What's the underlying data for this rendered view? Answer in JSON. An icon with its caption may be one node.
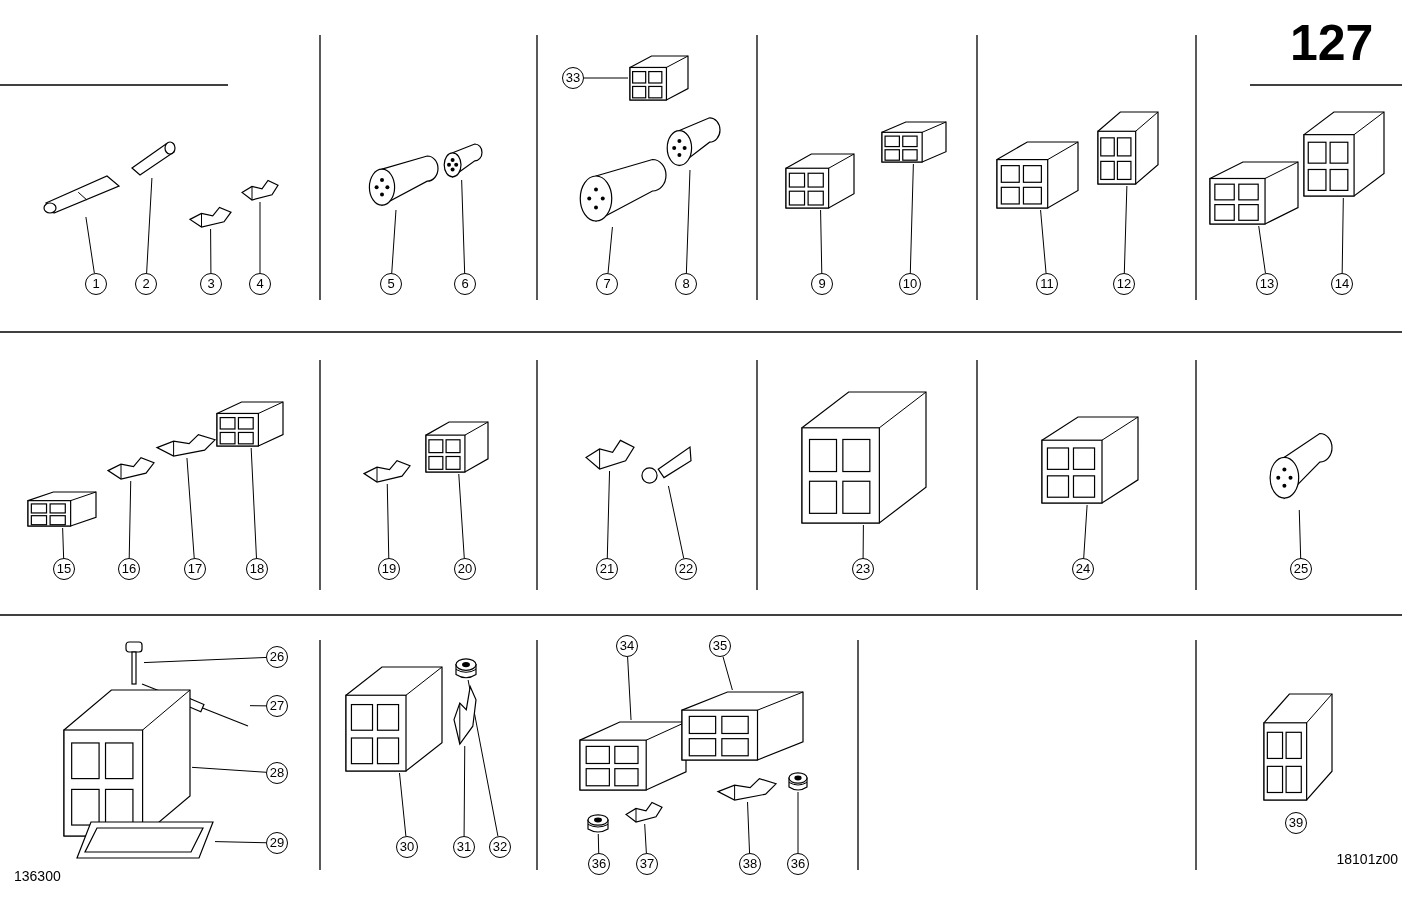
{
  "diagram": {
    "nodes": [
      {
        "text": [
          "1"
        ]
      },
      {
        "text": [],
        "shape": "picture"
      },
      {
        "text": [
          "2"
        ]
      },
      {
        "text": [],
        "shape": "picture"
      },
      {
        "text": [
          "3"
        ]
      },
      {
        "text": [],
        "shape": "picture"
      },
      {
        "text": [
          "4"
        ]
      },
      {
        "text": [],
        "shape": "picture"
      },
      {
        "text": [
          "5"
        ]
      },
      {
        "text": [],
        "shape": "picture"
      },
      {
        "text": [
          "6"
        ]
      },
      {
        "text": [],
        "shape": "picture"
      },
      {
        "text": [
          "33"
        ]
      },
      {
        "text": [],
        "shape": "picture"
      },
      {
        "text": [
          "7"
        ]
      },
      {
        "text": [],
        "shape": "picture"
      },
      {
        "text": [
          "8"
        ]
      },
      {
        "text": [],
        "shape": "picture"
      },
      {
        "text": [
          "9"
        ]
      },
      {
        "text": [],
        "shape": "picture"
      },
      {
        "text": [
          "10"
        ]
      },
      {
        "text": [],
        "shape": "picture"
      },
      {
        "text": [
          "11"
        ]
      },
      {
        "text": [],
        "shape": "picture"
      },
      {
        "text": [
          "12"
        ]
      },
      {
        "text": [],
        "shape": "picture"
      },
      {
        "text": [
          "13"
        ]
      },
      {
        "text": [],
        "shape": "picture"
      },
      {
        "text": [
          "14"
        ]
      },
      {
        "text": [],
        "shape": "picture"
      },
      {
        "text": [
          "15"
        ]
      },
      {
        "text": [],
        "shape": "picture"
      },
      {
        "text": [
          "16"
        ]
      },
      {
        "text": [],
        "shape": "picture"
      },
      {
        "text": [
          "17"
        ]
      },
      {
        "text": [],
        "shape": "picture"
      },
      {
        "text": [
          "18"
        ]
      },
      {
        "text": [],
        "shape": "picture"
      },
      {
        "text": [
          "19"
        ]
      },
      {
        "text": [],
        "shape": "picture"
      },
      {
        "text": [
          "20"
        ]
      },
      {
        "text": [],
        "shape": "picture"
      },
      {
        "text": [
          "21"
        ]
      },
      {
        "text": [],
        "shape": "picture"
      },
      {
        "text": [
          "22"
        ]
      },
      {
        "text": [],
        "shape": "picture"
      },
      {
        "text": [
          "23"
        ]
      },
      {
        "text": [],
        "shape": "picture"
      },
      {
        "text": [
          "24"
        ]
      },
      {
        "text": [],
        "shape": "picture"
      },
      {
        "text": [
          "25"
        ]
      },
      {
        "text": [],
        "shape": "picture"
      },
      {
        "text": [
          "26"
        ]
      },
      {
        "text": [],
        "shape": "picture"
      },
      {
        "text": [
          "27"
        ]
      },
      {
        "text": [],
        "shape": "picture"
      },
      {
        "text": [
          "28"
        ]
      },
      {
        "text": [],
        "shape": "picture"
      },
      {
        "text": [
          "29"
        ]
      },
      {
        "text": [],
        "shape": "picture"
      },
      {
        "text": [
          "30"
        ]
      },
      {
        "text": [],
        "shape": "picture"
      },
      {
        "text": [
          "31"
        ]
      },
      {
        "text": [],
        "shape": "picture"
      },
      {
        "text": [
          "32"
        ]
      },
      {
        "text": [],
        "shape": "picture"
      },
      {
        "text": [
          "34"
        ]
      },
      {
        "text": [],
        "shape": "picture"
      },
      {
        "text": [
          "35"
        ]
      },
      {
        "text": [],
        "shape": "picture"
      },
      {
        "text": [
          "36"
        ]
      },
      {
        "text": [],
        "shape": "picture"
      },
      {
        "text": [
          "37"
        ]
      },
      {
        "text": [],
        "shape": "picture"
      },
      {
        "text": [
          "38"
        ]
      },
      {
        "text": [],
        "shape": "picture"
      },
      {
        "text": [
          "36"
        ]
      },
      {
        "text": [],
        "shape": "picture"
      },
      {
        "text": [
          "39"
        ]
      },
      {
        "text": [],
        "shape": "picture"
      }
    ],
    "edges": [
      {
        "from": 0,
        "to": 1,
        "arrow": "none"
      },
      {
        "from": 2,
        "to": 3,
        "arrow": "none"
      },
      {
        "from": 4,
        "to": 5,
        "arrow": "none"
      },
      {
        "from": 6,
        "to": 7,
        "arrow": "none"
      },
      {
        "from": 8,
        "to": 9,
        "arrow": "none"
      },
      {
        "from": 10,
        "to": 11,
        "arrow": "none"
      },
      {
        "from": 12,
        "to": 13,
        "arrow": "none"
      },
      {
        "from": 14,
        "to": 15,
        "arrow": "none"
      },
      {
        "from": 16,
        "to": 17,
        "arrow": "none"
      },
      {
        "from": 18,
        "to": 19,
        "arrow": "none"
      },
      {
        "from": 20,
        "to": 21,
        "arrow": "none"
      },
      {
        "from": 22,
        "to": 23,
        "arrow": "none"
      },
      {
        "from": 24,
        "to": 25,
        "arrow": "none"
      },
      {
        "from": 26,
        "to": 27,
        "arrow": "none"
      },
      {
        "from": 28,
        "to": 29,
        "arrow": "none"
      },
      {
        "from": 30,
        "to": 31,
        "arrow": "none"
      },
      {
        "from": 32,
        "to": 33,
        "arrow": "none"
      },
      {
        "from": 34,
        "to": 35,
        "arrow": "none"
      },
      {
        "from": 36,
        "to": 37,
        "arrow": "none"
      },
      {
        "from": 38,
        "to": 39,
        "arrow": "none"
      },
      {
        "from": 40,
        "to": 41,
        "arrow": "none"
      },
      {
        "from": 42,
        "to": 43,
        "arrow": "none"
      },
      {
        "from": 44,
        "to": 45,
        "arrow": "none"
      },
      {
        "from": 46,
        "to": 47,
        "arrow": "none"
      },
      {
        "from": 48,
        "to": 49,
        "arrow": "none"
      },
      {
        "from": 50,
        "to": 51,
        "arrow": "none"
      },
      {
        "from": 52,
        "to": 53,
        "arrow": "none"
      },
      {
        "from": 54,
        "to": 55,
        "arrow": "none"
      },
      {
        "from": 56,
        "to": 57,
        "arrow": "none"
      },
      {
        "from": 58,
        "to": 59,
        "arrow": "none"
      },
      {
        "from": 60,
        "to": 61,
        "arrow": "none"
      },
      {
        "from": 62,
        "to": 63,
        "arrow": "none"
      },
      {
        "from": 64,
        "to": 65,
        "arrow": "none"
      },
      {
        "from": 66,
        "to": 67,
        "arrow": "none"
      },
      {
        "from": 68,
        "to": 69,
        "arrow": "none"
      },
      {
        "from": 70,
        "to": 71,
        "arrow": "none"
      },
      {
        "from": 72,
        "to": 73,
        "arrow": "none"
      },
      {
        "from": 74,
        "to": 75,
        "arrow": "none"
      },
      {
        "from": 76,
        "to": 77,
        "arrow": "none"
      }
    ],
    "labels": [
      "127",
      "136300",
      "18101z00"
    ]
  }
}
